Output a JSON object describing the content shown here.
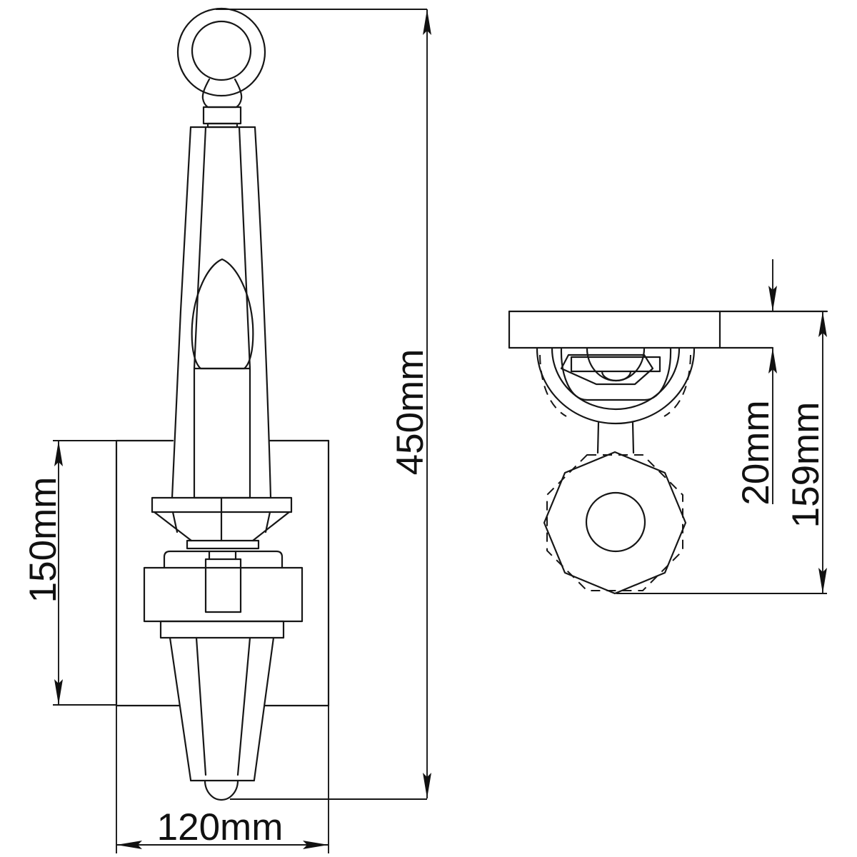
{
  "drawing": {
    "background": "#ffffff",
    "line_color": "#161616",
    "text_color": "#111111",
    "dimensions": {
      "overall_height": {
        "label": "450mm"
      },
      "backplate_height": {
        "label": "150mm"
      },
      "backplate_width": {
        "label": "120mm"
      },
      "plate_depth": {
        "label": "20mm"
      },
      "projection": {
        "label": "159mm"
      }
    }
  }
}
